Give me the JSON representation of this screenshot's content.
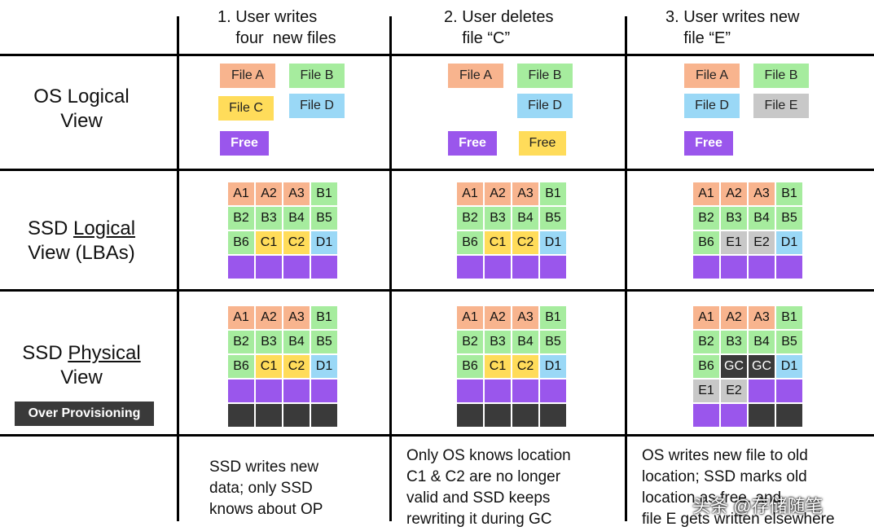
{
  "headers": [
    "1. User writes\n    four  new files",
    "2. User deletes\n    file “C”",
    "3. User writes new\n    file “E”"
  ],
  "row_labels": {
    "os_logical": [
      "OS Logical",
      "View"
    ],
    "ssd_logical": [
      "SSD ",
      "Logical",
      "View (LBAs)"
    ],
    "ssd_physical": [
      "SSD ",
      "Physical",
      "View"
    ],
    "over_provisioning": "Over Provisioning"
  },
  "colors": {
    "A": "#f8b48e",
    "B": "#a6ec9e",
    "C": "#ffdc5a",
    "D": "#9ad8f6",
    "E": "#c8c8c8",
    "free": "#9a56ec",
    "dark": "#3a3a3a"
  },
  "os_files": [
    [
      {
        "label": "File A",
        "color": "A"
      },
      {
        "label": "File B",
        "color": "B"
      },
      {
        "label": "File C",
        "color": "C"
      },
      {
        "label": "File D",
        "color": "D"
      },
      {
        "label": "Free",
        "color": "free"
      }
    ],
    [
      {
        "label": "File A",
        "color": "A"
      },
      {
        "label": "File B",
        "color": "B"
      },
      {
        "label": "File D",
        "color": "D"
      },
      {
        "label": "Free",
        "color": "free"
      },
      {
        "label": "Free",
        "color": "C"
      }
    ],
    [
      {
        "label": "File A",
        "color": "A"
      },
      {
        "label": "File B",
        "color": "B"
      },
      {
        "label": "File D",
        "color": "D"
      },
      {
        "label": "File E",
        "color": "E"
      },
      {
        "label": "Free",
        "color": "free"
      }
    ]
  ],
  "logical_grids": [
    [
      [
        [
          "A1",
          "A"
        ],
        [
          "A2",
          "A"
        ],
        [
          "A3",
          "A"
        ],
        [
          "B1",
          "B"
        ]
      ],
      [
        [
          "B2",
          "B"
        ],
        [
          "B3",
          "B"
        ],
        [
          "B4",
          "B"
        ],
        [
          "B5",
          "B"
        ]
      ],
      [
        [
          "B6",
          "B"
        ],
        [
          "C1",
          "C"
        ],
        [
          "C2",
          "C"
        ],
        [
          "D1",
          "D"
        ]
      ],
      [
        [
          "",
          "free"
        ],
        [
          "",
          "free"
        ],
        [
          "",
          "free"
        ],
        [
          "",
          "free"
        ]
      ]
    ],
    [
      [
        [
          "A1",
          "A"
        ],
        [
          "A2",
          "A"
        ],
        [
          "A3",
          "A"
        ],
        [
          "B1",
          "B"
        ]
      ],
      [
        [
          "B2",
          "B"
        ],
        [
          "B3",
          "B"
        ],
        [
          "B4",
          "B"
        ],
        [
          "B5",
          "B"
        ]
      ],
      [
        [
          "B6",
          "B"
        ],
        [
          "C1",
          "C"
        ],
        [
          "C2",
          "C"
        ],
        [
          "D1",
          "D"
        ]
      ],
      [
        [
          "",
          "free"
        ],
        [
          "",
          "free"
        ],
        [
          "",
          "free"
        ],
        [
          "",
          "free"
        ]
      ]
    ],
    [
      [
        [
          "A1",
          "A"
        ],
        [
          "A2",
          "A"
        ],
        [
          "A3",
          "A"
        ],
        [
          "B1",
          "B"
        ]
      ],
      [
        [
          "B2",
          "B"
        ],
        [
          "B3",
          "B"
        ],
        [
          "B4",
          "B"
        ],
        [
          "B5",
          "B"
        ]
      ],
      [
        [
          "B6",
          "B"
        ],
        [
          "E1",
          "E"
        ],
        [
          "E2",
          "E"
        ],
        [
          "D1",
          "D"
        ]
      ],
      [
        [
          "",
          "free"
        ],
        [
          "",
          "free"
        ],
        [
          "",
          "free"
        ],
        [
          "",
          "free"
        ]
      ]
    ]
  ],
  "physical_grids": [
    [
      [
        [
          "A1",
          "A"
        ],
        [
          "A2",
          "A"
        ],
        [
          "A3",
          "A"
        ],
        [
          "B1",
          "B"
        ]
      ],
      [
        [
          "B2",
          "B"
        ],
        [
          "B3",
          "B"
        ],
        [
          "B4",
          "B"
        ],
        [
          "B5",
          "B"
        ]
      ],
      [
        [
          "B6",
          "B"
        ],
        [
          "C1",
          "C"
        ],
        [
          "C2",
          "C"
        ],
        [
          "D1",
          "D"
        ]
      ],
      [
        [
          "",
          "free"
        ],
        [
          "",
          "free"
        ],
        [
          "",
          "free"
        ],
        [
          "",
          "free"
        ]
      ],
      [
        [
          "",
          "dark"
        ],
        [
          "",
          "dark"
        ],
        [
          "",
          "dark"
        ],
        [
          "",
          "dark"
        ]
      ]
    ],
    [
      [
        [
          "A1",
          "A"
        ],
        [
          "A2",
          "A"
        ],
        [
          "A3",
          "A"
        ],
        [
          "B1",
          "B"
        ]
      ],
      [
        [
          "B2",
          "B"
        ],
        [
          "B3",
          "B"
        ],
        [
          "B4",
          "B"
        ],
        [
          "B5",
          "B"
        ]
      ],
      [
        [
          "B6",
          "B"
        ],
        [
          "C1",
          "C"
        ],
        [
          "C2",
          "C"
        ],
        [
          "D1",
          "D"
        ]
      ],
      [
        [
          "",
          "free"
        ],
        [
          "",
          "free"
        ],
        [
          "",
          "free"
        ],
        [
          "",
          "free"
        ]
      ],
      [
        [
          "",
          "dark"
        ],
        [
          "",
          "dark"
        ],
        [
          "",
          "dark"
        ],
        [
          "",
          "dark"
        ]
      ]
    ],
    [
      [
        [
          "A1",
          "A"
        ],
        [
          "A2",
          "A"
        ],
        [
          "A3",
          "A"
        ],
        [
          "B1",
          "B"
        ]
      ],
      [
        [
          "B2",
          "B"
        ],
        [
          "B3",
          "B"
        ],
        [
          "B4",
          "B"
        ],
        [
          "B5",
          "B"
        ]
      ],
      [
        [
          "B6",
          "B"
        ],
        [
          "GC",
          "dark"
        ],
        [
          "GC",
          "dark"
        ],
        [
          "D1",
          "D"
        ]
      ],
      [
        [
          "E1",
          "E"
        ],
        [
          "E2",
          "E"
        ],
        [
          "",
          "free"
        ],
        [
          "",
          "free"
        ]
      ],
      [
        [
          "",
          "free"
        ],
        [
          "",
          "free"
        ],
        [
          "",
          "dark"
        ],
        [
          "",
          "dark"
        ]
      ]
    ]
  ],
  "notes": [
    "SSD writes new\ndata; only SSD\nknows about OP",
    "Only OS knows location\nC1 & C2 are no longer\nvalid and SSD keeps\nrewriting it during GC",
    "OS writes new file to old\nlocation; SSD marks old\nlocation as free, and\nfile E gets written elsewhere"
  ],
  "watermark": "头条 @存储随笔"
}
